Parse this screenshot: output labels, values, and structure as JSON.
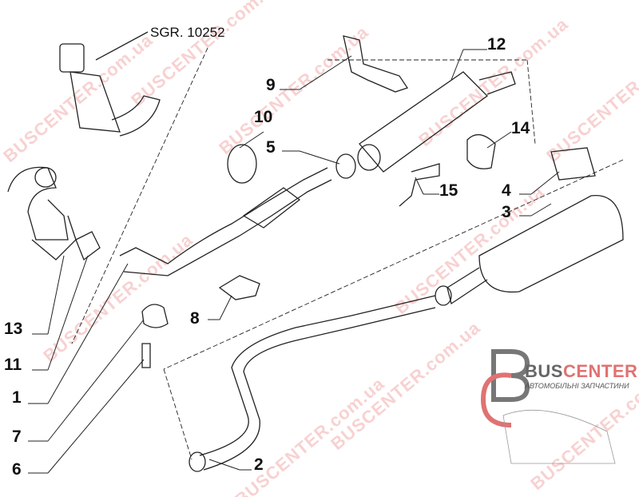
{
  "diagram": {
    "reference": "SGR. 10252",
    "callouts": [
      "12",
      "9",
      "10",
      "5",
      "14",
      "15",
      "4",
      "3",
      "8",
      "13",
      "11",
      "1",
      "7",
      "6",
      "2"
    ],
    "watermark": "BUSCENTER.com.ua",
    "logo": {
      "title_part1": "BUS",
      "title_part2": "CENTER",
      "subtitle": "АВТОМОБІЛЬНІ ЗАПЧАСТИНИ",
      "accent": "#e07272",
      "gray": "#666666"
    }
  }
}
